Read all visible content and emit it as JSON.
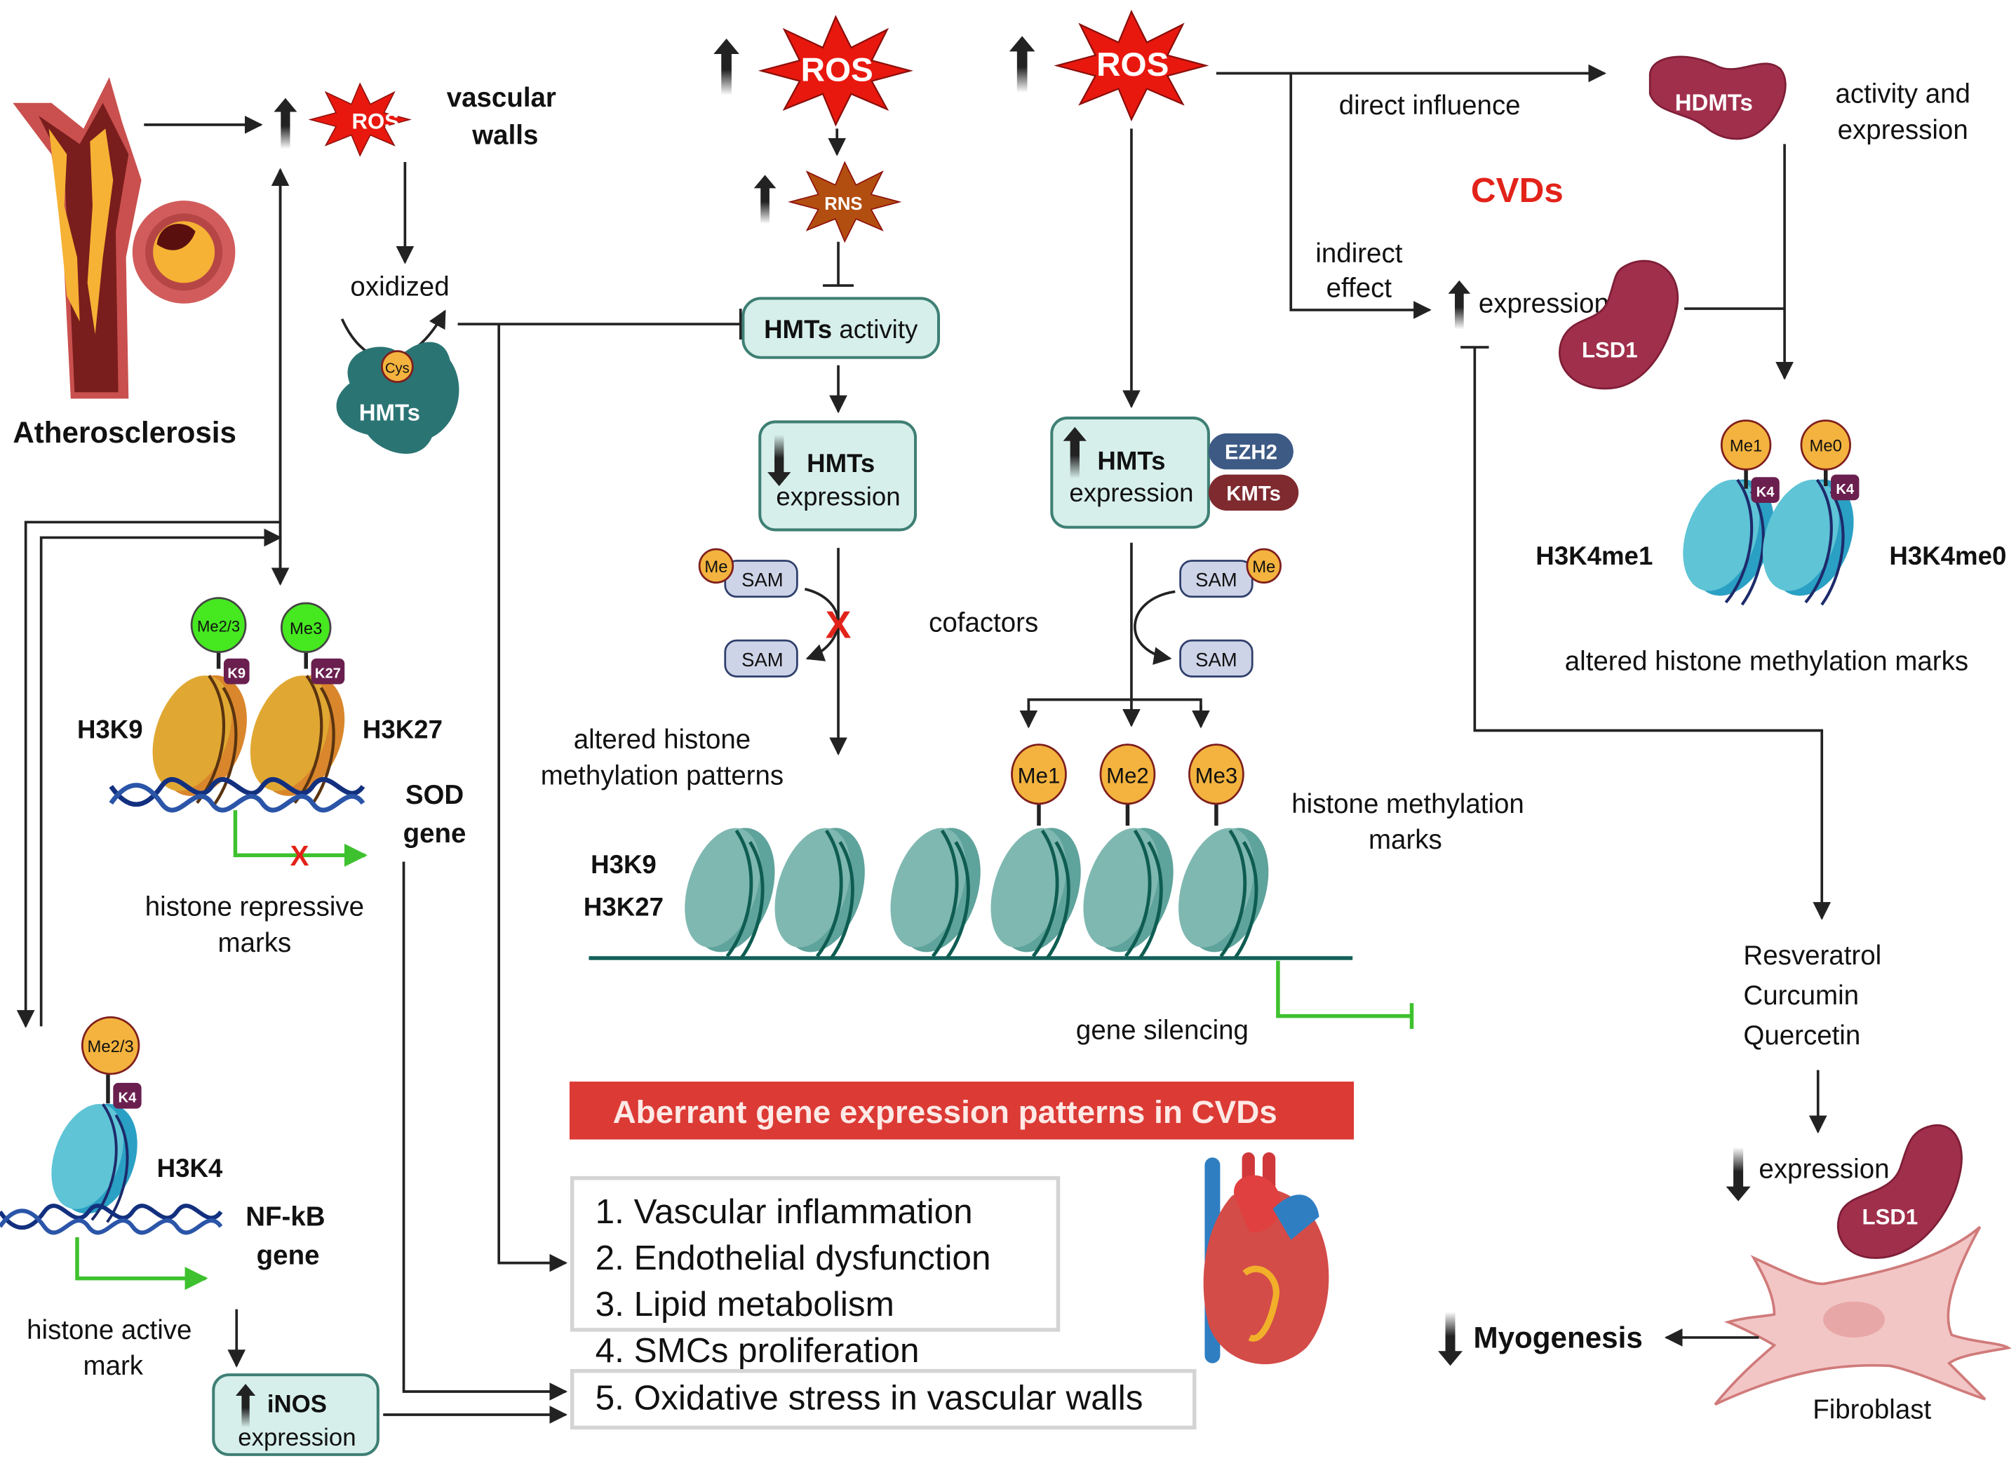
{
  "left": {
    "atherosclerosis_label": "Atherosclerosis",
    "ros_label": "ROS",
    "vascular_walls_label": [
      "vascular",
      "walls"
    ],
    "oxidized_label": "oxidized",
    "cys_label": "Cys",
    "hmts_protein_label": "HMTs",
    "repressive": {
      "marks": [
        "Me2/3",
        "Me3"
      ],
      "lysines": [
        "K9",
        "K27"
      ],
      "histone_labels": [
        "H3K9",
        "H3K27"
      ],
      "gene_label": [
        "SOD",
        "gene"
      ],
      "caption": [
        "histone repressive",
        "marks"
      ],
      "blocked_mark": "X"
    },
    "active": {
      "mark": "Me2/3",
      "lysine": "K4",
      "histone_label": "H3K4",
      "gene_label": [
        "NF-kB",
        "gene"
      ],
      "caption": [
        "histone active",
        "mark"
      ]
    },
    "inos_box": {
      "title": "iNOS",
      "subtitle": "expression"
    }
  },
  "center_left": {
    "ros_label": "ROS",
    "rns_label": "RNS",
    "hmts_activity": {
      "bold": "HMTs",
      "rest": " activity"
    },
    "hmts_down_box": {
      "title": "HMTs",
      "subtitle": "expression"
    },
    "sam_me_label": "Me",
    "sam_label": "SAM",
    "blocked_mark": "X",
    "caption": [
      "altered histone",
      "methylation patterns"
    ],
    "cofactors_label": "cofactors"
  },
  "center_right": {
    "ros_label": "ROS",
    "hmts_up_box": {
      "title": "HMTs",
      "subtitle": "expression"
    },
    "enzymes": [
      {
        "label": "EZH2",
        "color": "#3d5a85"
      },
      {
        "label": "KMTs",
        "color": "#7e2a2e"
      }
    ],
    "sam_me_label": "Me",
    "sam_label": "SAM",
    "methyl_marks": [
      "Me1",
      "Me2",
      "Me3"
    ],
    "histone_labels": [
      "H3K9",
      "H3K27"
    ],
    "marks_caption": [
      "histone methylation",
      "marks"
    ],
    "gene_silencing_label": "gene silencing"
  },
  "right": {
    "direct_influence_label": "direct influence",
    "indirect_effect_label": [
      "indirect",
      "effect"
    ],
    "cvds_label": "CVDs",
    "hdmts_label": "HDMTs",
    "activity_expression_label": [
      "activity and",
      "expression"
    ],
    "expression_label": "expression",
    "lsd1_label": "LSD1",
    "methyl_marks": [
      "Me1",
      "Me0"
    ],
    "lysines": [
      "K4",
      "K4"
    ],
    "histone_labels": [
      "H3K4me1",
      "H3K4me0"
    ],
    "caption": "altered histone methylation marks",
    "compounds": [
      "Resveratrol",
      "Curcumin",
      "Quercetin"
    ],
    "down_expression_label": "expression",
    "lsd1_label_2": "LSD1",
    "myogenesis_label": "Myogenesis",
    "fibroblast_label": "Fibroblast"
  },
  "outcomes": {
    "banner": "Aberrant gene expression patterns in CVDs",
    "items": [
      "1.  Vascular inflammation",
      "2.  Endothelial dysfunction",
      "3.  Lipid metabolism",
      "4.  SMCs proliferation",
      "5.  Oxidative stress in vascular walls"
    ]
  },
  "colors": {
    "ros_red": "#e8180f",
    "rns_orange": "#b24e10",
    "cvds_red": "#e2231a",
    "banner_red": "#dc3a35",
    "green_mark": "#46e820",
    "orange_mark": "#f3b33e",
    "lysine_purple": "#6a1f4f",
    "hmts_teal": "#2b7474",
    "lsd1_maroon": "#a02f4c",
    "nucleosome_teal": "#5ea39c",
    "nucleosome_blue": "#38aac6",
    "nucleosome_orange": "#d98a2e",
    "box_fill": "#d6efea",
    "arrow_green": "#3ec12e"
  }
}
